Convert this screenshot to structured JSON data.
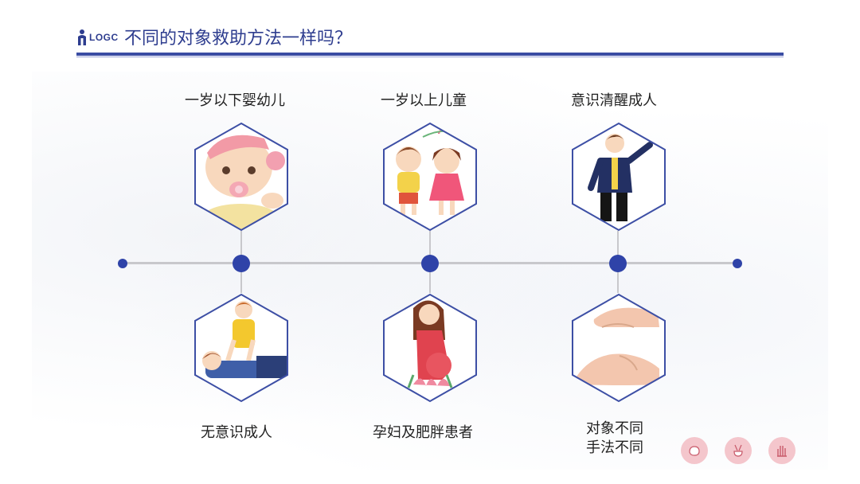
{
  "header": {
    "logo_text": "LOGC",
    "title": "不同的对象救助方法一样吗？"
  },
  "top_items": [
    {
      "label": "一岁以下婴幼儿",
      "image": "infant-illustration"
    },
    {
      "label": "一岁以上儿童",
      "image": "children-illustration"
    },
    {
      "label": "意识清醒成人",
      "image": "adult-illustration"
    }
  ],
  "bottom_items": [
    {
      "label": "无意识成人",
      "image": "cpr-illustration"
    },
    {
      "label": "孕妇及肥胖患者",
      "image": "pregnant-woman-illustration"
    },
    {
      "label_line1": "对象不同",
      "label_line2": "手法不同",
      "image": "hands-technique-illustration"
    }
  ],
  "nav_icons": [
    "hand-fist-icon",
    "hand-victory-icon",
    "hand-palm-icon"
  ],
  "colors": {
    "accent": "#2f43a8",
    "title": "#2e3d8f",
    "hex_border": "#3d4fa5",
    "line": "#c8c8cc",
    "nav_bg": "#f4c6cc"
  }
}
